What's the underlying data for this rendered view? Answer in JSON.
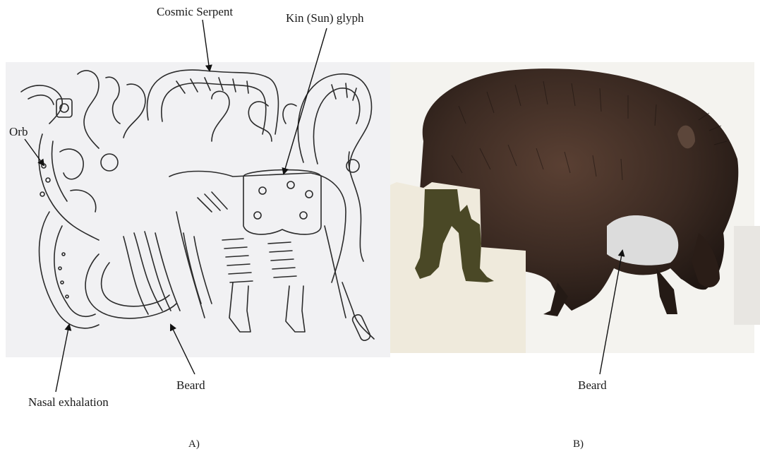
{
  "panel_a": {
    "letter": "A)",
    "labels": {
      "cosmic_serpent": "Cosmic Serpent",
      "kin_glyph": "Kin (Sun) glyph",
      "orb": "Orb",
      "nasal_exhalation": "Nasal exhalation",
      "beard": "Beard"
    }
  },
  "panel_b": {
    "letter": "B)",
    "labels": {
      "beard": "Beard"
    }
  },
  "colors": {
    "line_art": "#2b2b2b",
    "drawing_bg": "#f1f1f3",
    "photo_bg": "#f4f3ef",
    "boar_fur": "#3b2a22",
    "boar_beard": "#dcdcdc",
    "legs_patch": "#4a4826",
    "cream_patch": "#efeadc"
  }
}
